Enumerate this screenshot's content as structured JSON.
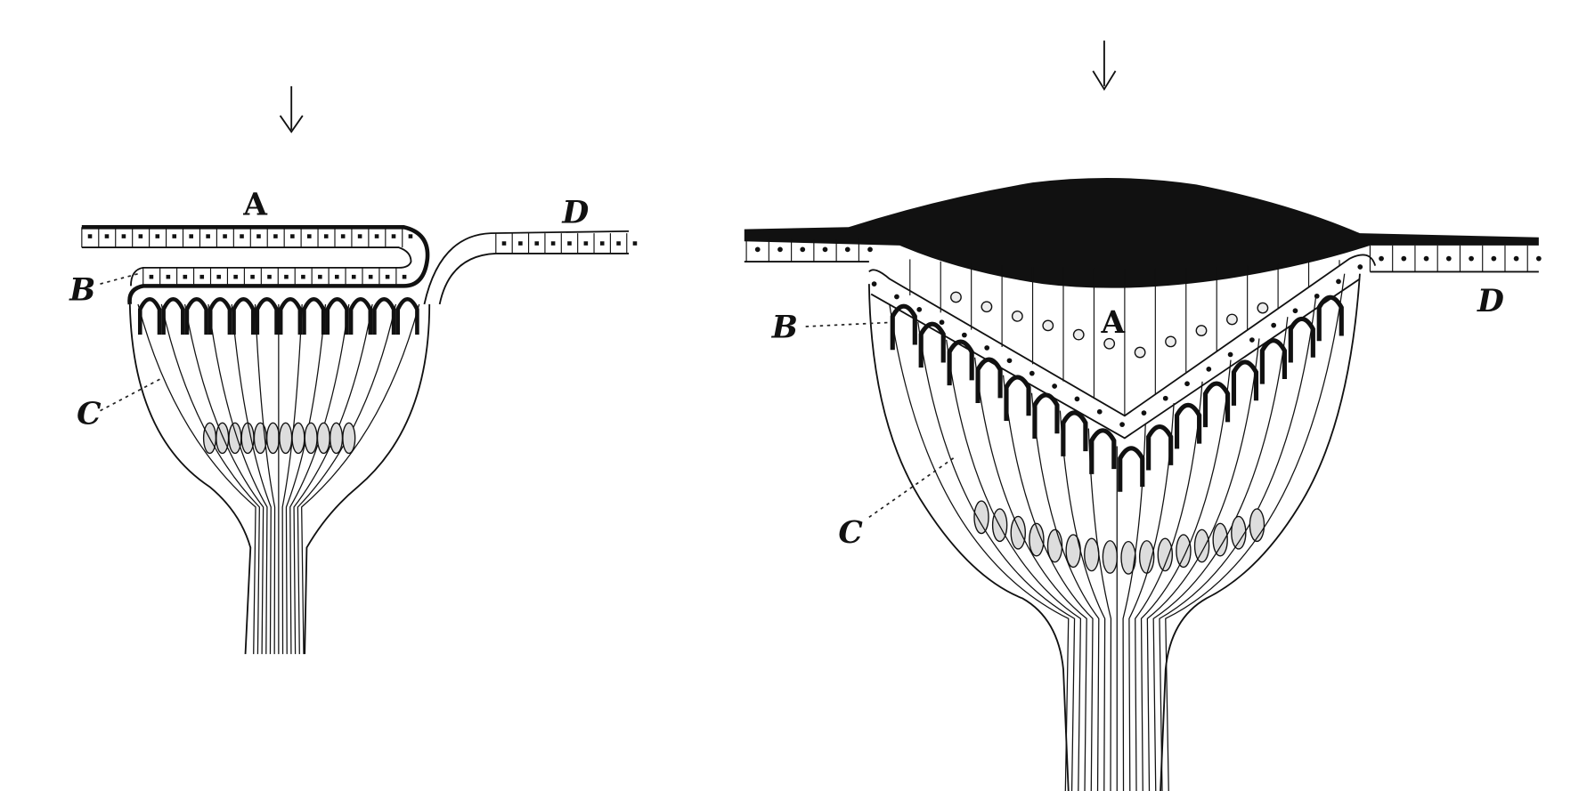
{
  "figures": [
    {
      "id": "left",
      "labels": {
        "A": "A",
        "B": "B",
        "C": "C",
        "D": "D"
      },
      "arrow_icon": "down-arrow-icon"
    },
    {
      "id": "right",
      "labels": {
        "A": "A",
        "B": "B",
        "C": "C",
        "D": "D"
      },
      "arrow_icon": "down-arrow-icon"
    }
  ],
  "colors": {
    "ink": "#111111",
    "paper": "#ffffff"
  }
}
